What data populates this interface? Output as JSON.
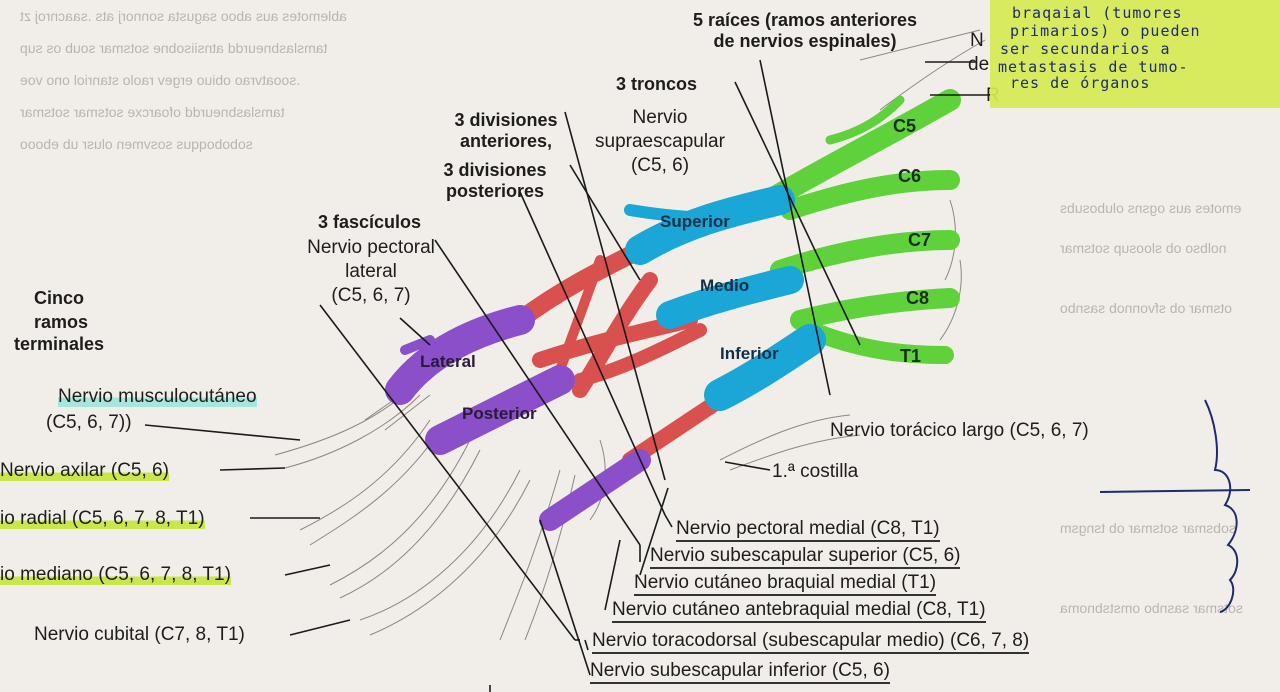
{
  "header": {
    "roots_title_1": "5 raíces (ramos anteriores",
    "roots_title_2": "de nervios espinales)",
    "trunks_title": "3 troncos",
    "anterior_divisions_1": "3 divisiones",
    "anterior_divisions_2": "anteriores,",
    "posterior_divisions_1": "3 divisiones",
    "posterior_divisions_2": "posteriores",
    "cords_title": "3 fascículos"
  },
  "left_labels": {
    "five_terminal_1": "Cinco",
    "five_terminal_2": "ramos",
    "five_terminal_3": "terminales",
    "lateral_pectoral_1": "Nervio pectoral",
    "lateral_pectoral_2": "lateral",
    "lateral_pectoral_3": "(C5, 6, 7)",
    "suprascapular_1": "Nervio",
    "suprascapular_2": "supraescapular",
    "suprascapular_3": "(C5, 6)",
    "musculocutaneous_1": "Nervio musculocutáneo",
    "musculocutaneous_2": "(C5, 6, 7))",
    "axillary": "Nervio axilar (C5, 6)",
    "radial": "io radial (C5, 6, 7, 8, T1)",
    "median": "io mediano (C5, 6, 7, 8, T1)",
    "ulnar": "Nervio cubital (C7, 8, T1)"
  },
  "right_labels": {
    "long_thoracic": "Nervio torácico largo (C5, 6, 7)",
    "first_rib": "1.ª costilla",
    "medial_pectoral": "Nervio pectoral medial (C8, T1)",
    "upper_subscapular": "Nervio subescapular superior (C5, 6)",
    "medial_brachial_cutaneous": "Nervio cutáneo braquial medial (T1)",
    "medial_antebrachial_cutaneous": "Nervio cutáneo antebraquial medial (C8, T1)",
    "thoracodorsal": "Nervio toracodorsal (subescapular medio) (C6, 7, 8)",
    "lower_subscapular": "Nervio subescapular inferior (C5, 6)"
  },
  "structure_labels": {
    "superior": "Superior",
    "middle": "Medio",
    "inferior": "Inferior",
    "lateral": "Lateral",
    "posterior": "Posterior",
    "root_c5": "C5",
    "root_c6": "C6",
    "root_c7": "C7",
    "root_c8": "C8",
    "root_t1": "T1"
  },
  "edge_fragments": {
    "n_fragment": "N",
    "de_fragment": "de",
    "r_fragment": "R"
  },
  "handwritten_note": {
    "line1": "braqaial (tumores",
    "line2": "primarios) o pueden",
    "line3": "ser secundarios a",
    "line4": "metastasis de tumo-",
    "line5": "res de órganos"
  },
  "colors": {
    "roots": "#5fd13a",
    "trunks": "#1aa6d6",
    "divisions": "#d9514f",
    "cords": "#8a4fc9",
    "highlight_green": "#c9e64a",
    "highlight_cyan": "#a6e6df",
    "note_yellow": "#d6ea52",
    "pen_blue": "#1e2b70"
  }
}
